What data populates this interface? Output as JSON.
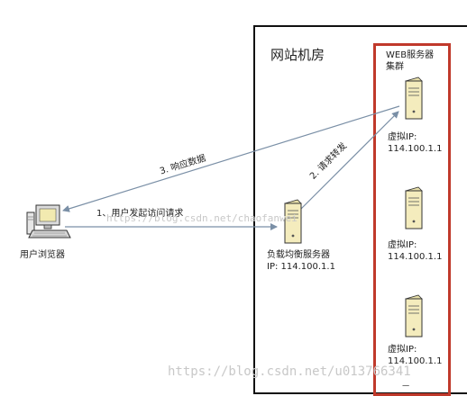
{
  "labels": {
    "room_title": "网站机房",
    "cluster_title_line1": "WEB服务器",
    "cluster_title_line2": "集群",
    "browser": "用户浏览器",
    "load_balancer": "负载均衡服务器",
    "load_balancer_ip": "IP:  114.100.1.1",
    "virtual_ip_label": "虚拟IP:",
    "virtual_ip_value": "114.100.1.1",
    "step1": "1、用户发起访问请求",
    "step2": "2. 请求转发",
    "step3": "3. 响应数据",
    "partial_bottom": "ㅡ"
  },
  "watermarks": {
    "middle": "https://blog.csdn.net/chaofanwei",
    "bottom": "https://blog.csdn.net/u013766341"
  },
  "colors": {
    "cluster_border": "#c0392b",
    "arrow": "#7a8fa6",
    "server_body": "#f4ecbd",
    "monitor_screen": "#f2eab0"
  },
  "icons": {
    "computer": "computer-icon",
    "server": "server-icon"
  }
}
